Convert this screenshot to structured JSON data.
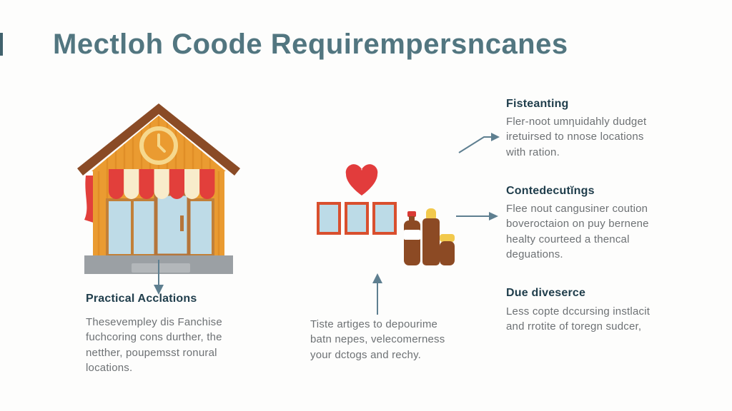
{
  "title": "Mectloh Coode Requirempersncanes",
  "left_section": {
    "heading": "Practical Acclations",
    "body": "Thesevempley dis Fanchise fuchcoring cons durther, the netther, poupemsst ronural locations."
  },
  "center_section": {
    "body": "Tiste artiges to depourime batn nepes, velecomerness your dctogs and rechy."
  },
  "right_sections": [
    {
      "heading": "Fisteanting",
      "body": "Fler-noot umηuidahly dudget iretuirsed to nnose locations with ration."
    },
    {
      "heading": "Contedecutĭngs",
      "body": "Flee nout cangusiner coution boveroctaion on puy bernene healty courteed a thencal deguations."
    },
    {
      "heading": "Due diveserce",
      "body": "Less copte dccursing instlacit and rrotite of toregn sudcer,"
    }
  ],
  "icons": {
    "storefront": "storefront-illustration",
    "heart": "heart-icon",
    "frames": "picture-frames-icon",
    "bottles": "product-bottles-icon",
    "arrows": [
      "down-arrow",
      "up-arrow",
      "elbow-right-arrow",
      "right-arrow"
    ]
  },
  "colors": {
    "title": "#527680",
    "heading": "#203e4c",
    "body_text": "#6d7174",
    "arrow": "#5e7f90",
    "red": "#e23c3c",
    "building_orange": "#ea9b31",
    "building_stripe": "#e08e27",
    "roof_brown": "#8a4b26",
    "awning_cream": "#f8eccb",
    "glass_blue": "#bedbe7",
    "window_frame": "#c28038",
    "frame_border": "#d94f2e",
    "bottle_brown": "#8c4a24",
    "cap_yellow": "#f2c94c",
    "cap_red": "#d93a35",
    "base_grey": "#9ba0a4",
    "step_grey": "#b3b7ba",
    "clock_cream": "#f6d88d"
  }
}
